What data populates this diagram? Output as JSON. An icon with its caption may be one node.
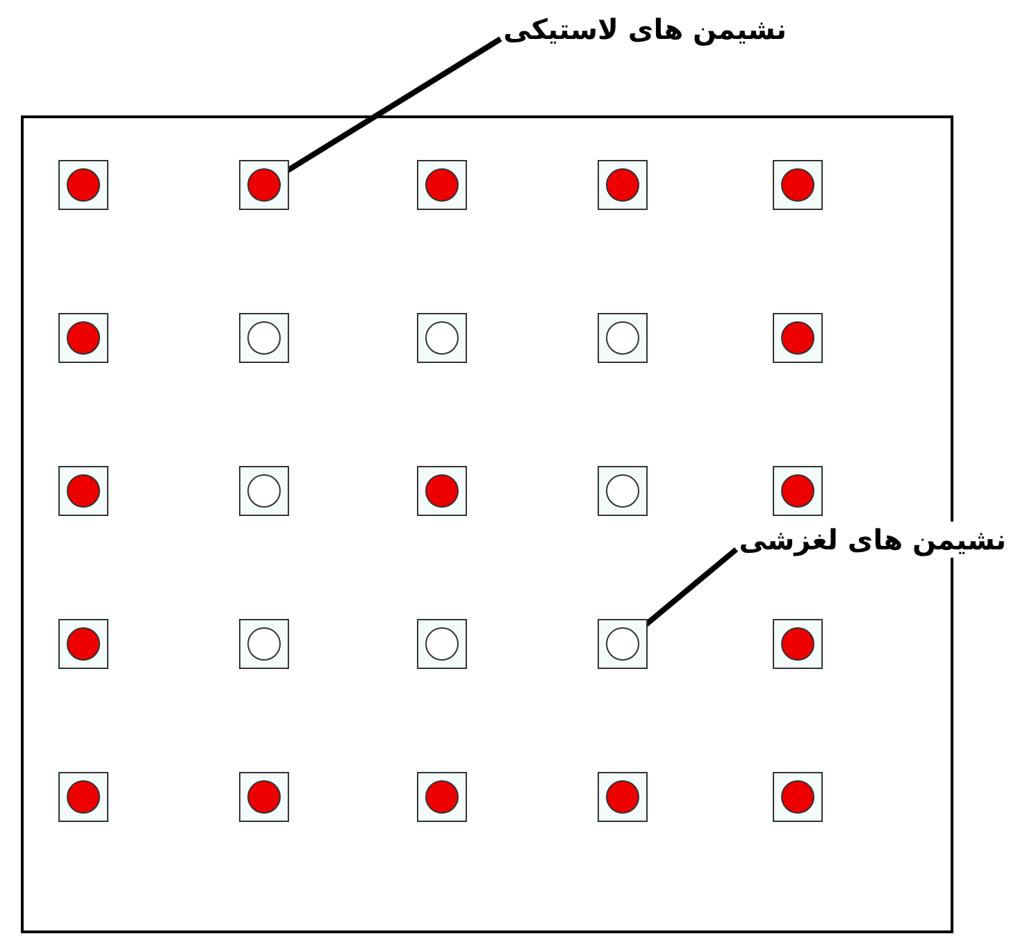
{
  "diagram": {
    "nodes": [
      {
        "text": [
          "نشیمن های لاستیکی"
        ]
      },
      {
        "text": [
          "نشیمن های لغزشی"
        ]
      },
      {
        "text": [],
        "shape": "circle"
      },
      {
        "text": [],
        "shape": "circle"
      },
      {
        "text": [],
        "shape": "circle"
      },
      {
        "text": [],
        "shape": "circle"
      },
      {
        "text": [],
        "shape": "circle"
      },
      {
        "text": [],
        "shape": "circle"
      },
      {
        "text": [],
        "shape": "circle"
      },
      {
        "text": [],
        "shape": "circle"
      },
      {
        "text": [],
        "shape": "circle"
      },
      {
        "text": [],
        "shape": "circle"
      },
      {
        "text": [],
        "shape": "circle"
      },
      {
        "text": [],
        "shape": "circle"
      },
      {
        "text": [],
        "shape": "circle"
      },
      {
        "text": [],
        "shape": "circle"
      },
      {
        "text": [],
        "shape": "circle"
      },
      {
        "text": [],
        "shape": "circle"
      },
      {
        "text": [],
        "shape": "circle"
      },
      {
        "text": [],
        "shape": "circle"
      },
      {
        "text": [],
        "shape": "circle"
      },
      {
        "text": [],
        "shape": "circle"
      },
      {
        "text": [],
        "shape": "circle"
      },
      {
        "text": [],
        "shape": "circle"
      },
      {
        "text": [],
        "shape": "circle"
      },
      {
        "text": [],
        "shape": "circle"
      },
      {
        "text": [],
        "shape": "circle"
      }
    ],
    "edges": [
      {
        "from": 0,
        "to": 3,
        "arrow": "none"
      },
      {
        "from": 1,
        "to": 20,
        "arrow": "none"
      }
    ]
  }
}
